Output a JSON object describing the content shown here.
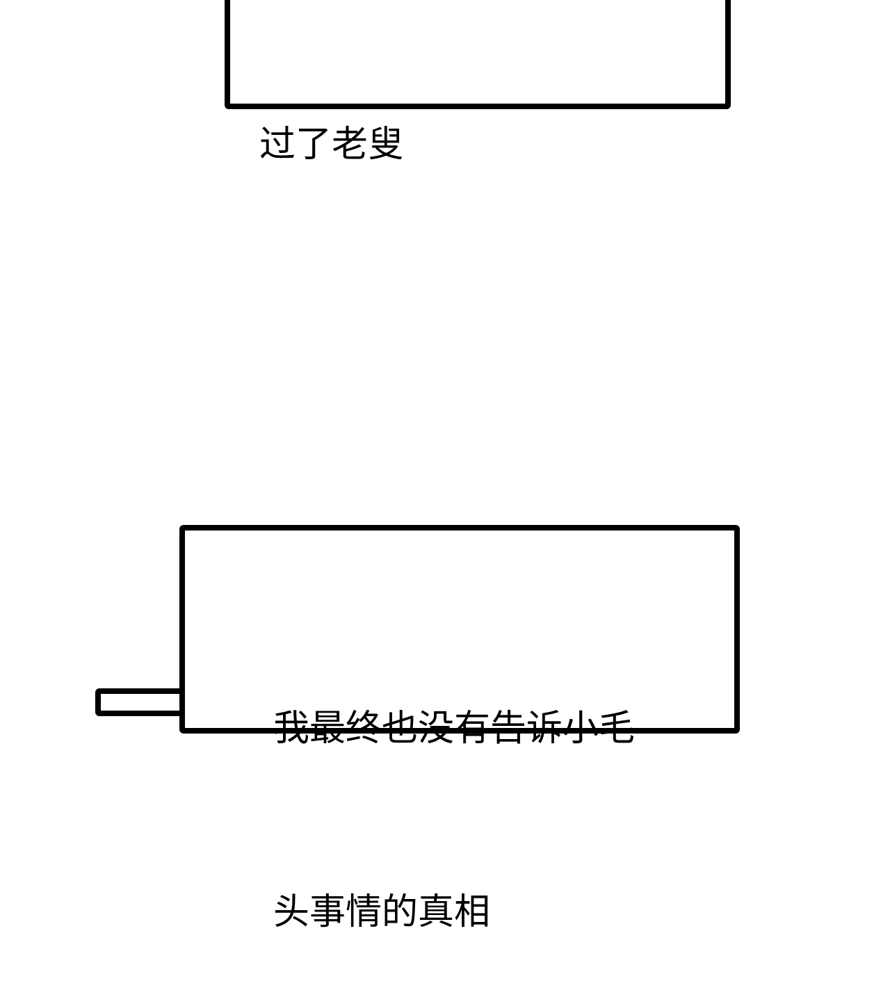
{
  "panels": [
    {
      "lines": [
        "过了老叟"
      ]
    },
    {
      "lines": [
        "我最终也没有告诉小毛",
        "头事情的真相"
      ]
    }
  ]
}
